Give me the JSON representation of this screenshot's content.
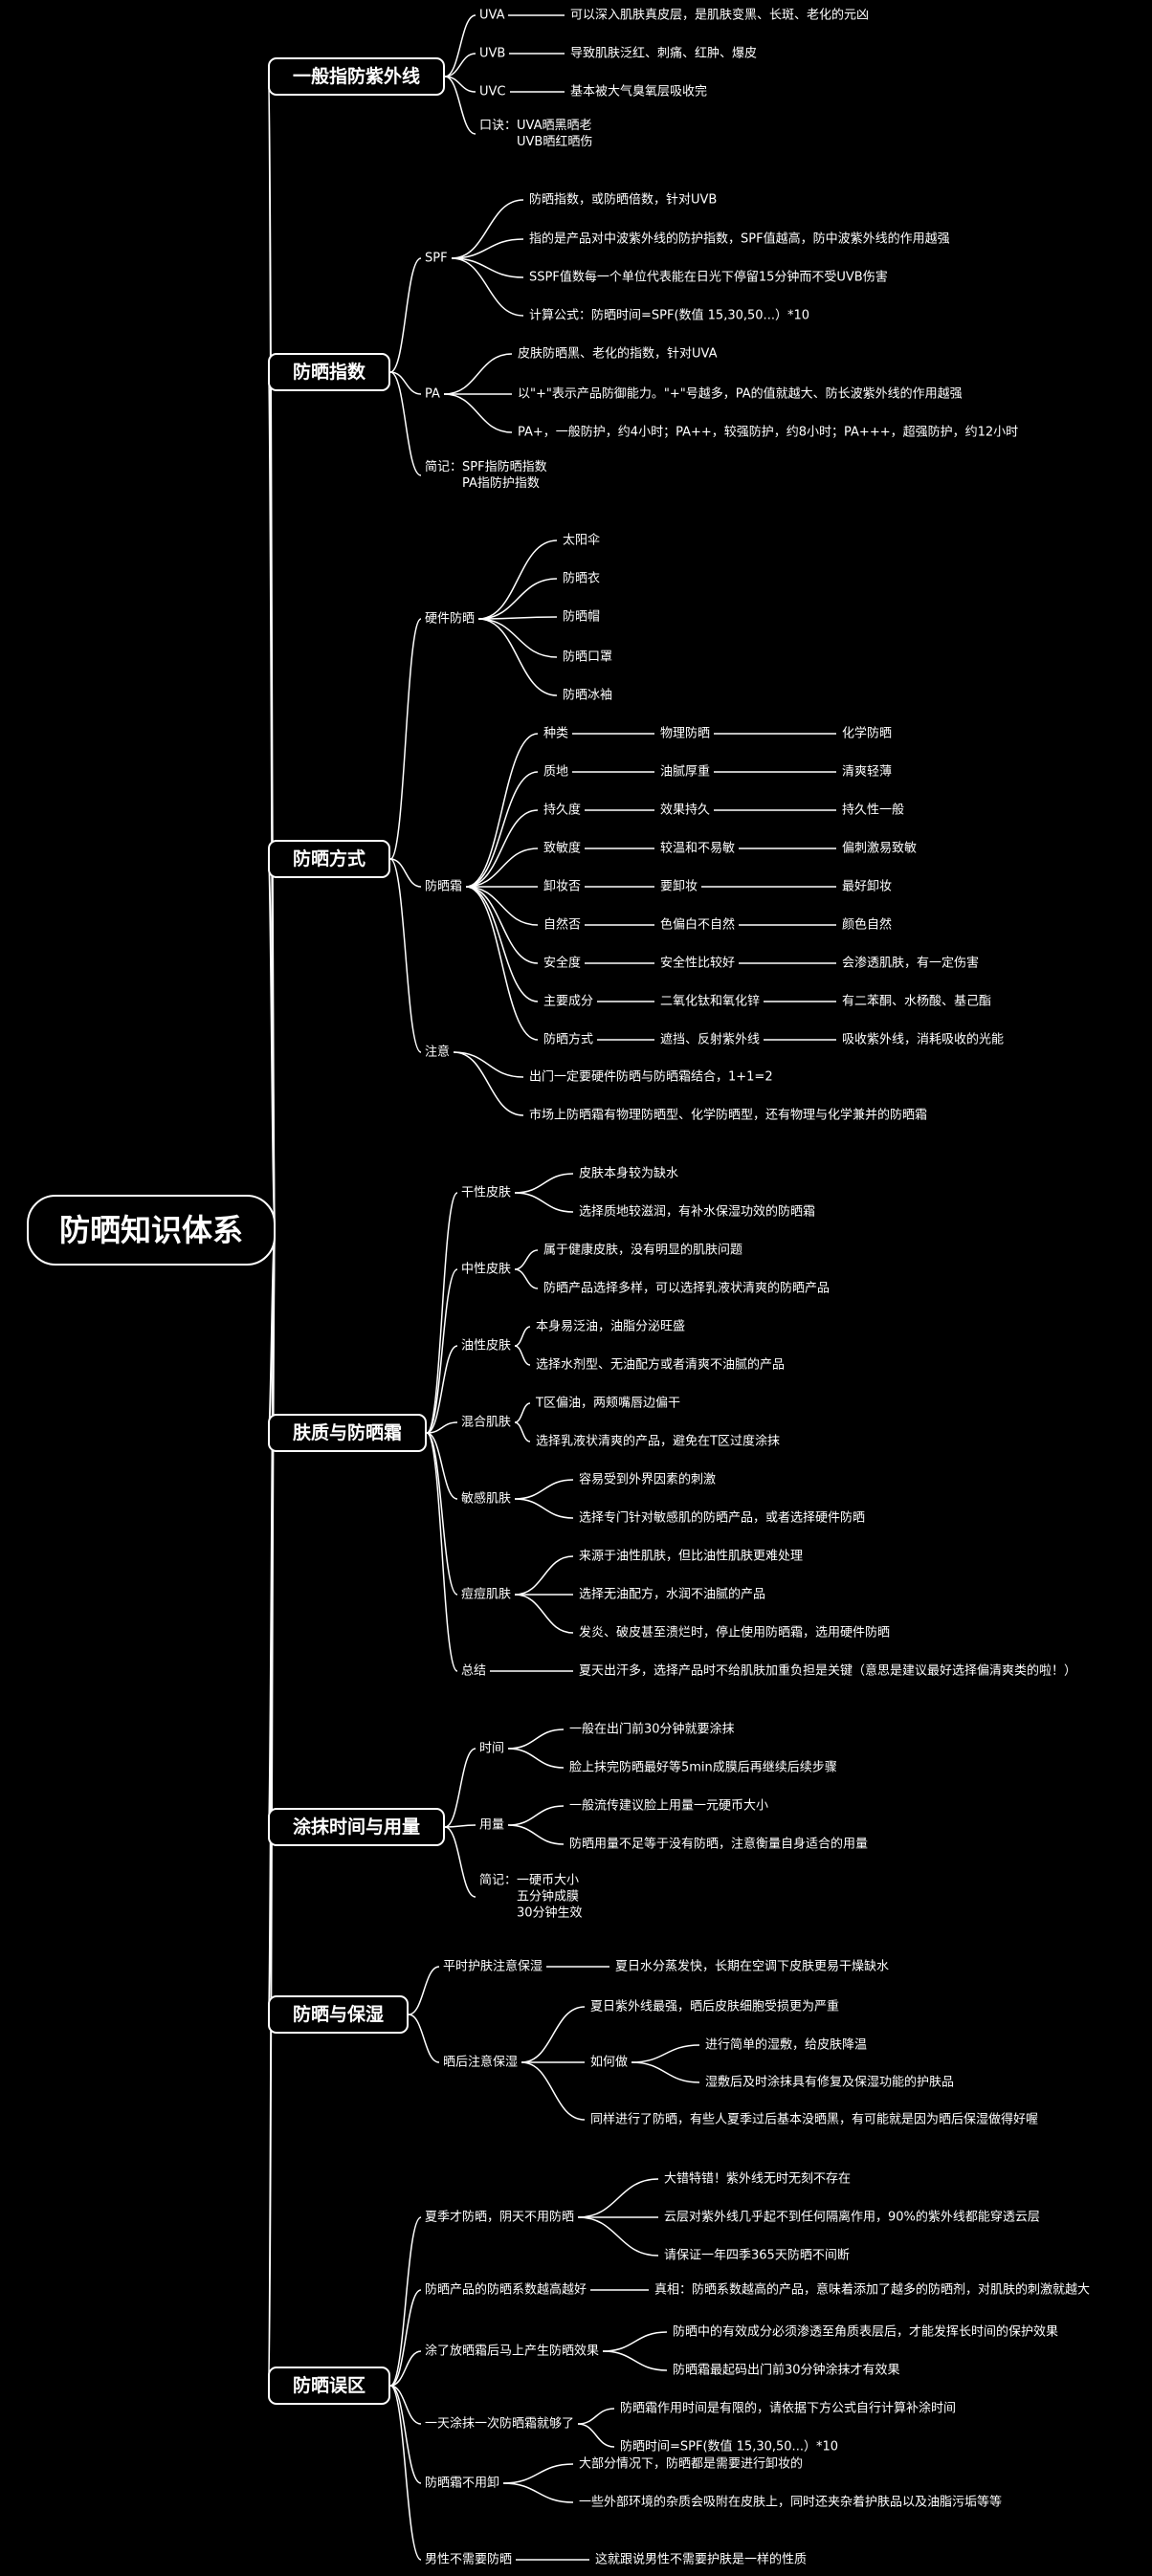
{
  "root": "防晒知识体系",
  "branches": [
    {
      "label": "一般指防紫外线",
      "children": [
        {
          "label": "UVA",
          "children": [
            {
              "label": "可以深入肌肤真皮层，是肌肤变黑、长斑、老化的元凶"
            }
          ]
        },
        {
          "label": "UVB",
          "children": [
            {
              "label": "导致肌肤泛红、刺痛、红肿、爆皮"
            }
          ]
        },
        {
          "label": "UVC",
          "children": [
            {
              "label": "基本被大气臭氧层吸收完"
            }
          ]
        },
        {
          "label": "口诀：UVA晒黑晒老\n　　　UVB晒红晒伤"
        }
      ]
    },
    {
      "label": "防晒指数",
      "children": [
        {
          "label": "SPF",
          "children": [
            {
              "label": "防晒指数，或防晒倍数，针对UVB"
            },
            {
              "label": "指的是产品对中波紫外线的防护指数，SPF值越高，防中波紫外线的作用越强"
            },
            {
              "label": "SSPF值数每一个单位代表能在日光下停留15分钟而不受UVB伤害"
            },
            {
              "label": "计算公式：防晒时间=SPF(数值 15,30,50...）*10"
            }
          ]
        },
        {
          "label": "PA",
          "children": [
            {
              "label": "皮肤防晒黑、老化的指数，针对UVA"
            },
            {
              "label": "以\"+\"表示产品防御能力。\"+\"号越多，PA的值就越大、防长波紫外线的作用越强"
            },
            {
              "label": "PA+，一般防护，约4小时；PA++，较强防护，约8小时；PA+++，超强防护，约12小时"
            }
          ]
        },
        {
          "label": "简记：SPF指防晒指数\n　　　PA指防护指数"
        }
      ]
    },
    {
      "label": "防晒方式",
      "children": [
        {
          "label": "硬件防晒",
          "children": [
            {
              "label": "太阳伞"
            },
            {
              "label": "防晒衣"
            },
            {
              "label": "防晒帽"
            },
            {
              "label": "防晒口罩"
            },
            {
              "label": "防晒冰袖"
            }
          ]
        },
        {
          "label": "防晒霜",
          "children": [
            {
              "label": "种类",
              "children": [
                {
                  "label": "物理防晒",
                  "children": [
                    {
                      "label": "化学防晒"
                    }
                  ]
                }
              ]
            },
            {
              "label": "质地",
              "children": [
                {
                  "label": "油腻厚重",
                  "children": [
                    {
                      "label": "清爽轻薄"
                    }
                  ]
                }
              ]
            },
            {
              "label": "持久度",
              "children": [
                {
                  "label": "效果持久",
                  "children": [
                    {
                      "label": "持久性一般"
                    }
                  ]
                }
              ]
            },
            {
              "label": "致敏度",
              "children": [
                {
                  "label": "较温和不易敏",
                  "children": [
                    {
                      "label": "偏刺激易致敏"
                    }
                  ]
                }
              ]
            },
            {
              "label": "卸妆否",
              "children": [
                {
                  "label": "要卸妆",
                  "children": [
                    {
                      "label": "最好卸妆"
                    }
                  ]
                }
              ]
            },
            {
              "label": "自然否",
              "children": [
                {
                  "label": "色偏白不自然",
                  "children": [
                    {
                      "label": "颜色自然"
                    }
                  ]
                }
              ]
            },
            {
              "label": "安全度",
              "children": [
                {
                  "label": "安全性比较好",
                  "children": [
                    {
                      "label": "会渗透肌肤，有一定伤害"
                    }
                  ]
                }
              ]
            },
            {
              "label": "主要成分",
              "children": [
                {
                  "label": "二氧化钛和氧化锌",
                  "children": [
                    {
                      "label": "有二苯酮、水杨酸、基己酯"
                    }
                  ]
                }
              ]
            },
            {
              "label": "防晒方式",
              "children": [
                {
                  "label": "遮挡、反射紫外线",
                  "children": [
                    {
                      "label": "吸收紫外线，消耗吸收的光能"
                    }
                  ]
                }
              ]
            }
          ]
        },
        {
          "label": "注意",
          "children": [
            {
              "label": "出门一定要硬件防晒与防晒霜结合，1+1=2"
            },
            {
              "label": "市场上防晒霜有物理防晒型、化学防晒型，还有物理与化学兼并的防晒霜"
            }
          ]
        }
      ]
    },
    {
      "label": "肤质与防晒霜",
      "children": [
        {
          "label": "干性皮肤",
          "children": [
            {
              "label": "皮肤本身较为缺水"
            },
            {
              "label": "选择质地较滋润，有补水保湿功效的防晒霜"
            }
          ]
        },
        {
          "label": "中性皮肤",
          "children": [
            {
              "label": "属于健康皮肤，没有明显的肌肤问题"
            },
            {
              "label": "防晒产品选择多样，可以选择乳液状清爽的防晒产品"
            }
          ]
        },
        {
          "label": "油性皮肤",
          "children": [
            {
              "label": "本身易泛油，油脂分泌旺盛"
            },
            {
              "label": "选择水剂型、无油配方或者清爽不油腻的产品"
            }
          ]
        },
        {
          "label": "混合肌肤",
          "children": [
            {
              "label": "T区偏油，两颊嘴唇边偏干"
            },
            {
              "label": "选择乳液状清爽的产品，避免在T区过度涂抹"
            }
          ]
        },
        {
          "label": "敏感肌肤",
          "children": [
            {
              "label": "容易受到外界因素的刺激"
            },
            {
              "label": "选择专门针对敏感肌的防晒产品，或者选择硬件防晒"
            }
          ]
        },
        {
          "label": "痘痘肌肤",
          "children": [
            {
              "label": "来源于油性肌肤，但比油性肌肤更难处理"
            },
            {
              "label": "选择无油配方，水润不油腻的产品"
            },
            {
              "label": "发炎、破皮甚至溃烂时，停止使用防晒霜，选用硬件防晒"
            }
          ]
        },
        {
          "label": "总结",
          "children": [
            {
              "label": "夏天出汗多，选择产品时不给肌肤加重负担是关键（意思是建议最好选择偏清爽类的啦！）"
            }
          ]
        }
      ]
    },
    {
      "label": "涂抹时间与用量",
      "children": [
        {
          "label": "时间",
          "children": [
            {
              "label": "一般在出门前30分钟就要涂抹"
            },
            {
              "label": "脸上抹完防晒最好等5min成膜后再继续后续步骤"
            }
          ]
        },
        {
          "label": "用量",
          "children": [
            {
              "label": "一般流传建议脸上用量一元硬币大小"
            },
            {
              "label": "防晒用量不足等于没有防晒，注意衡量自身适合的用量"
            }
          ]
        },
        {
          "label": "简记：一硬币大小\n　　　五分钟成膜\n　　　30分钟生效"
        }
      ]
    },
    {
      "label": "防晒与保湿",
      "children": [
        {
          "label": "平时护肤注意保湿",
          "children": [
            {
              "label": "夏日水分蒸发快，长期在空调下皮肤更易干燥缺水"
            }
          ]
        },
        {
          "label": "晒后注意保湿",
          "children": [
            {
              "label": "夏日紫外线最强，晒后皮肤细胞受损更为严重"
            },
            {
              "label": "如何做",
              "children": [
                {
                  "label": "进行简单的湿敷，给皮肤降温"
                },
                {
                  "label": "湿敷后及时涂抹具有修复及保湿功能的护肤品"
                }
              ]
            },
            {
              "label": "同样进行了防晒，有些人夏季过后基本没晒黑，有可能就是因为晒后保湿做得好喔"
            }
          ]
        }
      ]
    },
    {
      "label": "防晒误区",
      "children": [
        {
          "label": "夏季才防晒，阴天不用防晒",
          "children": [
            {
              "label": "大错特错！紫外线无时无刻不存在"
            },
            {
              "label": "云层对紫外线几乎起不到任何隔离作用，90%的紫外线都能穿透云层"
            },
            {
              "label": "请保证一年四季365天防晒不间断"
            }
          ]
        },
        {
          "label": "防晒产品的防晒系数越高越好",
          "children": [
            {
              "label": "真相：防晒系数越高的产品，意味着添加了越多的防晒剂，对肌肤的刺激就越大"
            }
          ]
        },
        {
          "label": "涂了放晒霜后马上产生防晒效果",
          "children": [
            {
              "label": "防晒中的有效成分必须渗透至角质表层后，才能发挥长时间的保护效果"
            },
            {
              "label": "防晒霜最起码出门前30分钟涂抹才有效果"
            }
          ]
        },
        {
          "label": "一天涂抹一次防晒霜就够了",
          "children": [
            {
              "label": "防晒霜作用时间是有限的，请依据下方公式自行计算补涂时间"
            },
            {
              "label": "防晒时间=SPF(数值 15,30,50...）*10"
            }
          ]
        },
        {
          "label": "防晒霜不用卸",
          "children": [
            {
              "label": "大部分情况下，防晒都是需要进行卸妆的"
            },
            {
              "label": "一些外部环境的杂质会吸附在皮肤上，同时还夹杂着护肤品以及油脂污垢等等"
            }
          ]
        },
        {
          "label": "男性不需要防晒",
          "children": [
            {
              "label": "这就跟说男性不需要护肤是一样的性质"
            }
          ]
        }
      ]
    }
  ]
}
